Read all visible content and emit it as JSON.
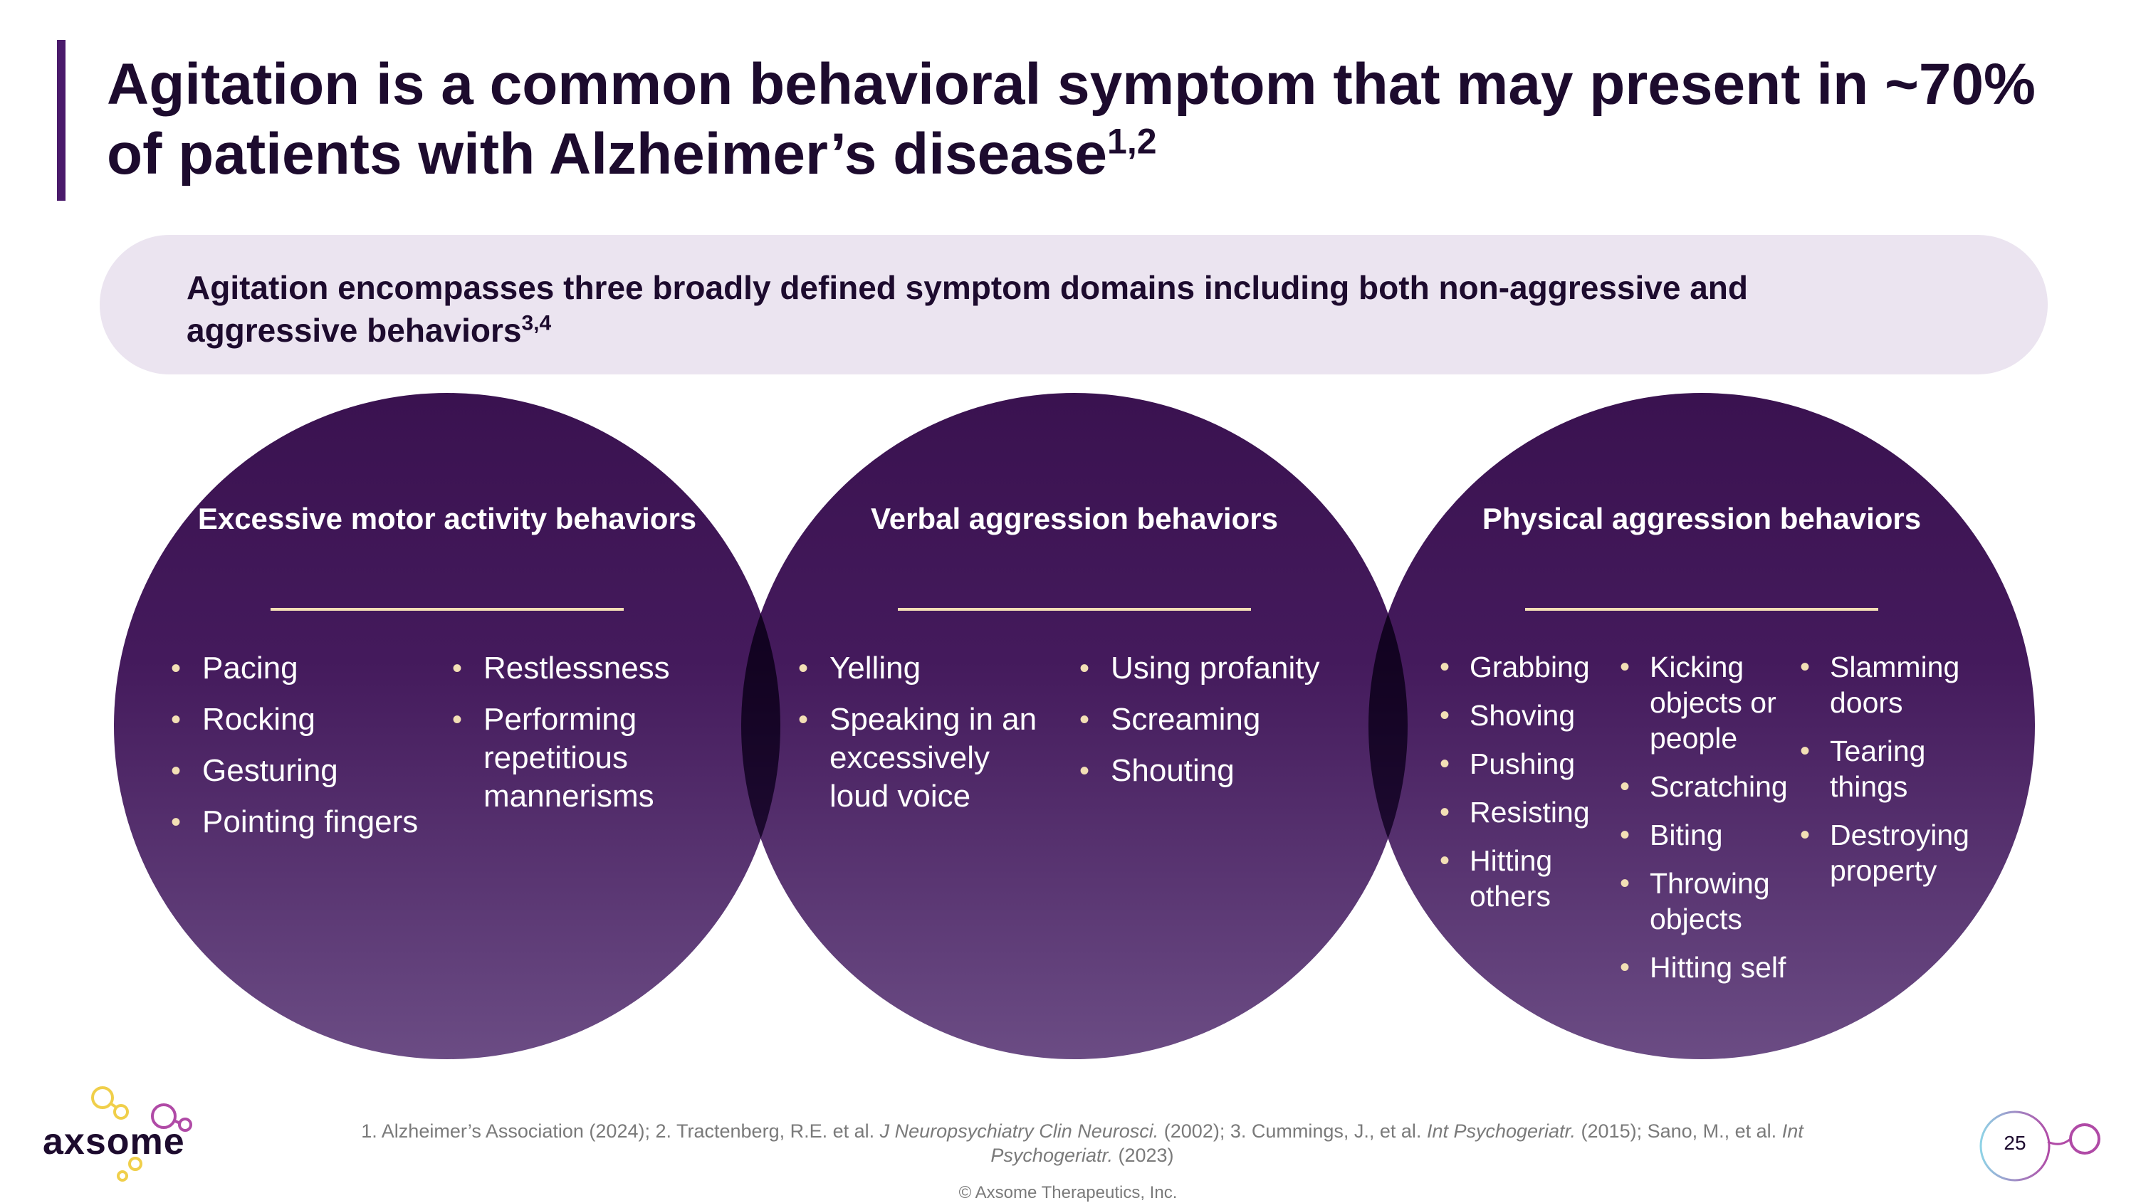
{
  "title": {
    "text": "Agitation is a common behavioral symptom that may present in ~70% of patients with Alzheimer’s disease",
    "sup": "1,2"
  },
  "banner": {
    "text": "Agitation encompasses three broadly defined symptom domains including both non-aggressive and aggressive behaviors",
    "sup": "3,4"
  },
  "domains": [
    {
      "heading": "Excessive motor activity behaviors",
      "columns": [
        [
          "Pacing",
          "Rocking",
          "Gesturing",
          "Pointing fingers"
        ],
        [
          "Restlessness",
          "Performing repetitious mannerisms"
        ]
      ]
    },
    {
      "heading": "Verbal aggression behaviors",
      "columns": [
        [
          "Yelling",
          "Speaking in an excessively loud voice"
        ],
        [
          "Using profanity",
          "Screaming",
          "Shouting"
        ]
      ]
    },
    {
      "heading": "Physical aggression behaviors",
      "columns": [
        [
          "Grabbing",
          "Shoving",
          "Pushing",
          "Resisting",
          "Hitting others"
        ],
        [
          "Kicking objects or people",
          "Scratching",
          "Biting",
          "Throwing objects",
          "Hitting self"
        ],
        [
          "Slamming doors",
          "Tearing things",
          "Destroying property"
        ]
      ]
    }
  ],
  "references": {
    "r1": "1. Alzheimer’s Association (2024); 2. Tractenberg, R.E. et al. ",
    "r2_journal": "J Neuropsychiatry Clin Neurosci.",
    "r3": " (2002); 3. Cummings, J., et al. ",
    "r4_journal": "Int Psychogeriatr.",
    "r5": " (2015); Sano, M., et al. ",
    "r6_journal": "Int Psychogeriatr.",
    "r7": " (2023)"
  },
  "copyright": "© Axsome Therapeutics, Inc.",
  "logo": "axsome",
  "page_number": "25",
  "colors": {
    "brand_purple": "#4a1a6b",
    "circle_dark": "#3a1250",
    "circle_light": "#6b4c84",
    "accent_gold": "#f3dfb5",
    "banner_bg": "#ebe4f0"
  }
}
